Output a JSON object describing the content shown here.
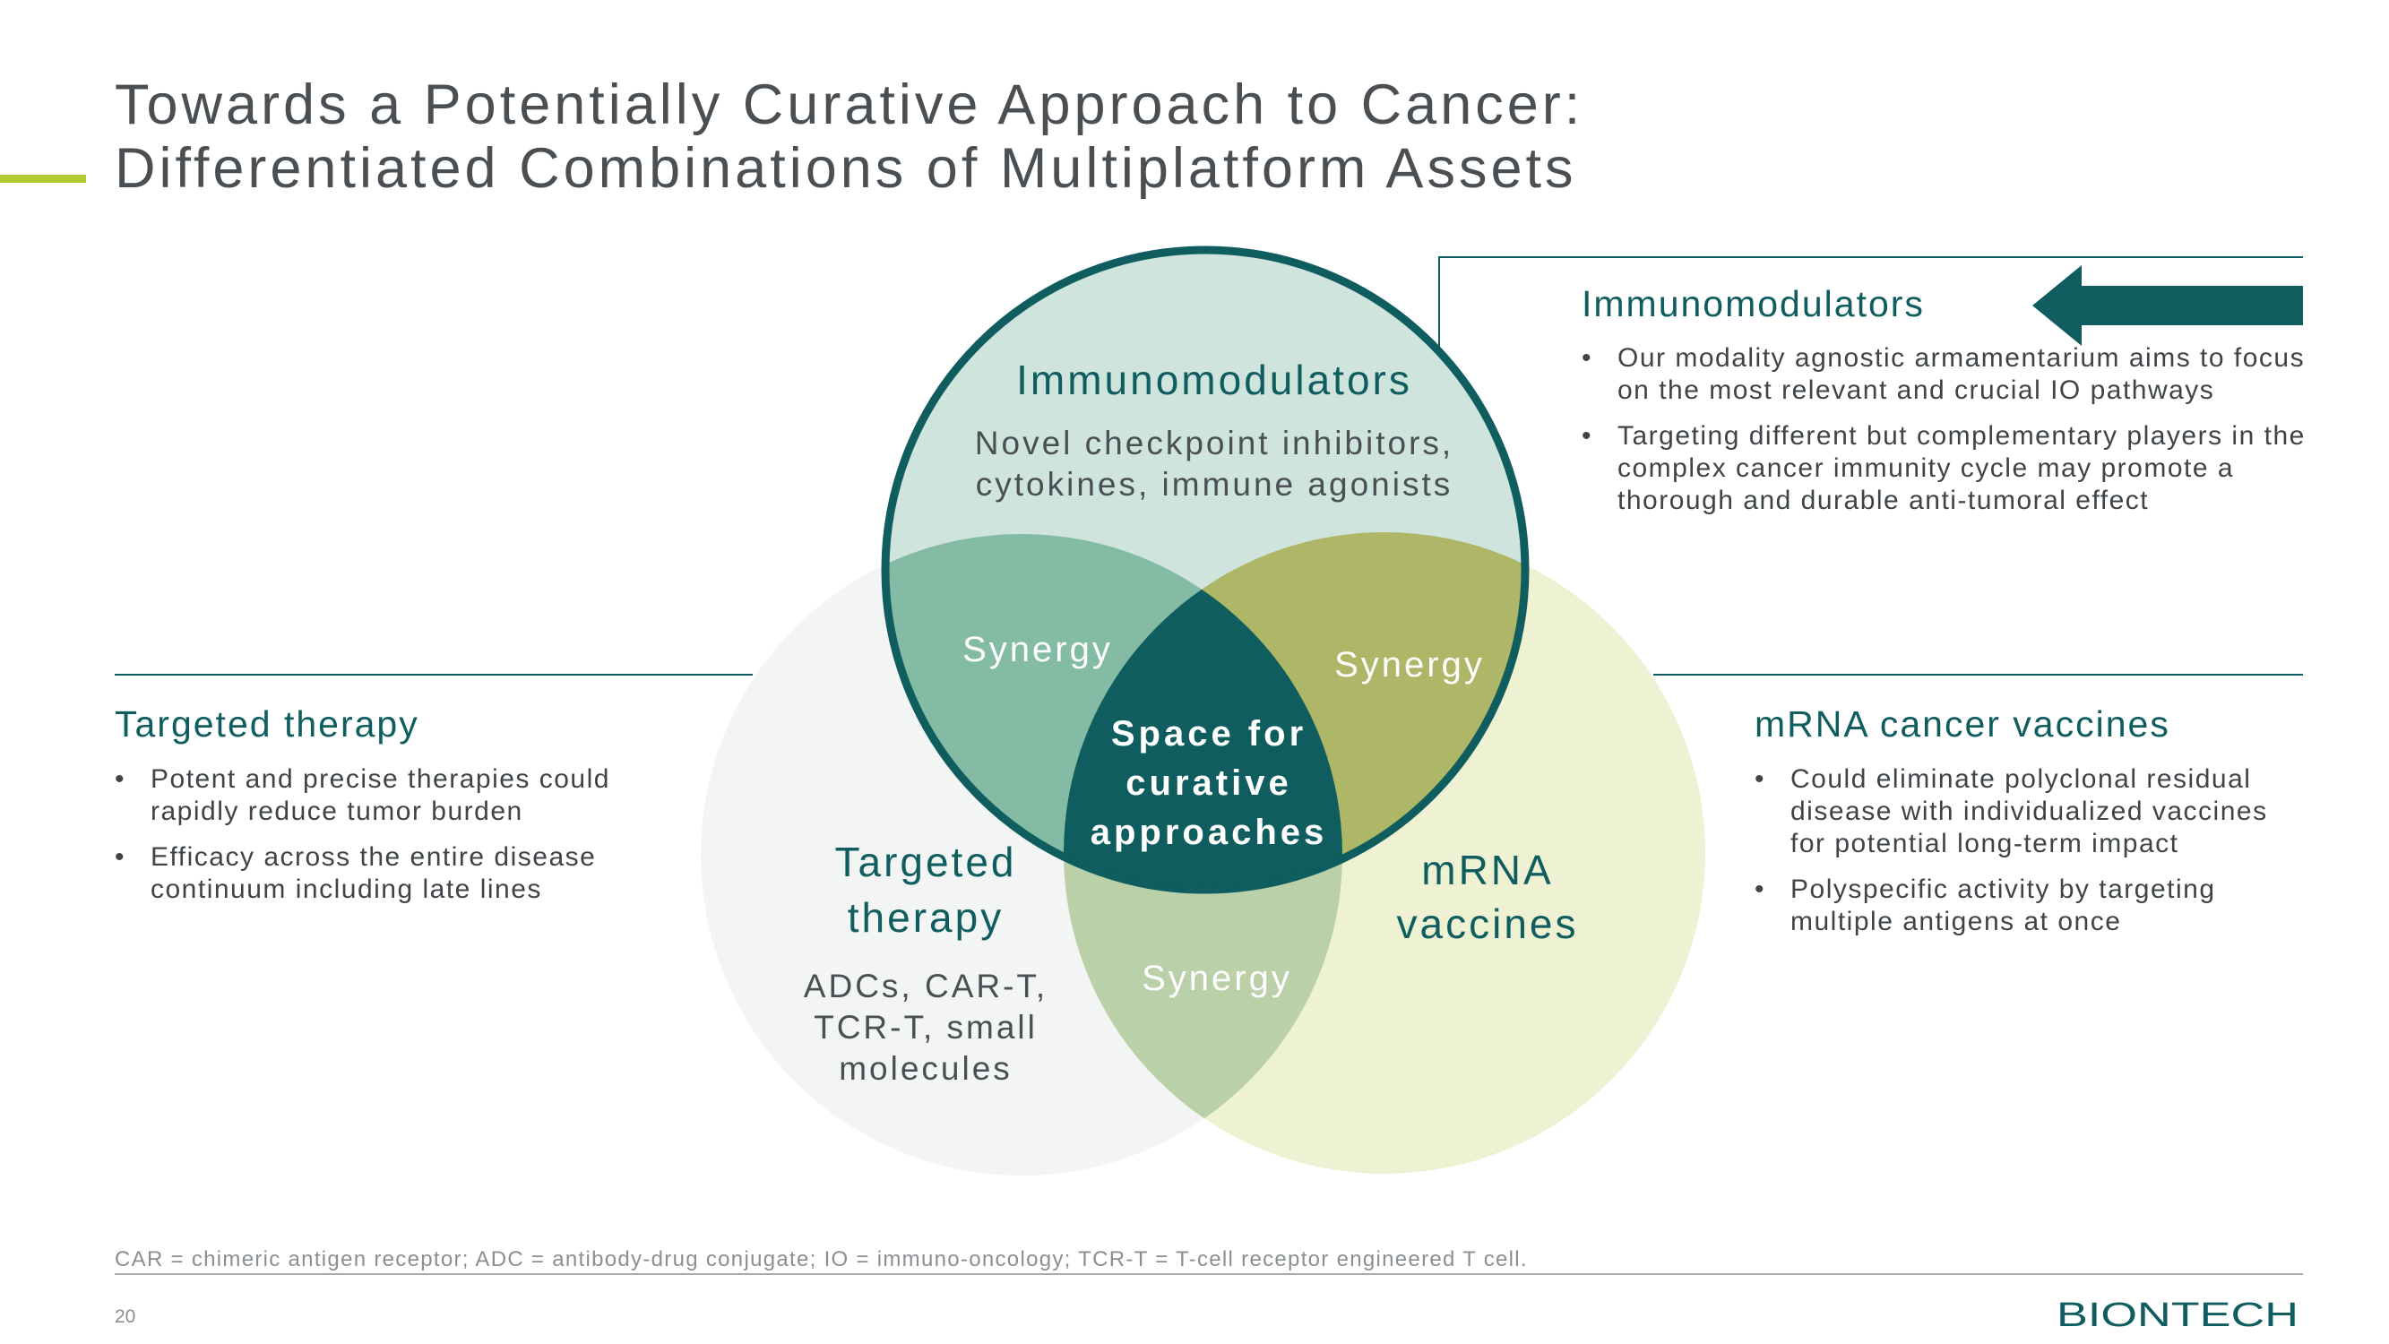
{
  "slide": {
    "title_line1": "Towards a Potentially Curative Approach to Cancer:",
    "title_line2": "Differentiated Combinations of Multiplatform Assets",
    "page_number": "20",
    "footnote": "CAR = chimeric antigen receptor; ADC = antibody-drug conjugate; IO = immuno-oncology; TCR-T = T-cell receptor engineered T cell.",
    "logo_text": "BIONTECH",
    "accent_color": "#b5c930",
    "brand_color": "#0f5d5f"
  },
  "immunomodulators_panel": {
    "heading": "Immunomodulators",
    "bullets": [
      "Our modality agnostic armamentarium aims to focus on the most relevant and crucial IO pathways",
      "Targeting different but complementary players in the complex cancer immunity cycle may promote a thorough and durable anti-tumoral effect"
    ]
  },
  "targeted_panel": {
    "heading": "Targeted therapy",
    "bullets": [
      "Potent and precise therapies could rapidly reduce tumor burden",
      "Efficacy across the entire disease continuum including late lines"
    ]
  },
  "mrna_panel": {
    "heading": "mRNA cancer vaccines",
    "bullets": [
      "Could eliminate polyclonal residual disease with individualized vaccines for potential long-term impact",
      "Polyspecific activity by targeting multiple antigens at once"
    ]
  },
  "venn": {
    "top": {
      "title": "Immunomodulators",
      "desc_line1": "Novel checkpoint inhibitors,",
      "desc_line2": "cytokines, immune agonists",
      "color": "#cfe4dc"
    },
    "left": {
      "title_line1": "Targeted",
      "title_line2": "therapy",
      "desc_line1": "ADCs, CAR-T,",
      "desc_line2": "TCR-T, small",
      "desc_line3": "molecules",
      "color": "#f3f5f4"
    },
    "right": {
      "title_line1": "mRNA",
      "title_line2": "vaccines",
      "color": "#eef2d3"
    },
    "synergy_top_left": "Synergy",
    "synergy_top_right": "Synergy",
    "synergy_bottom": "Synergy",
    "center_line1": "Space for",
    "center_line2": "curative",
    "center_line3": "approaches",
    "overlap_colors": {
      "top_left": "#83bba5",
      "top_right": "#aeb667",
      "bottom": "#bad0a9",
      "center": "#0f5d5f"
    }
  }
}
